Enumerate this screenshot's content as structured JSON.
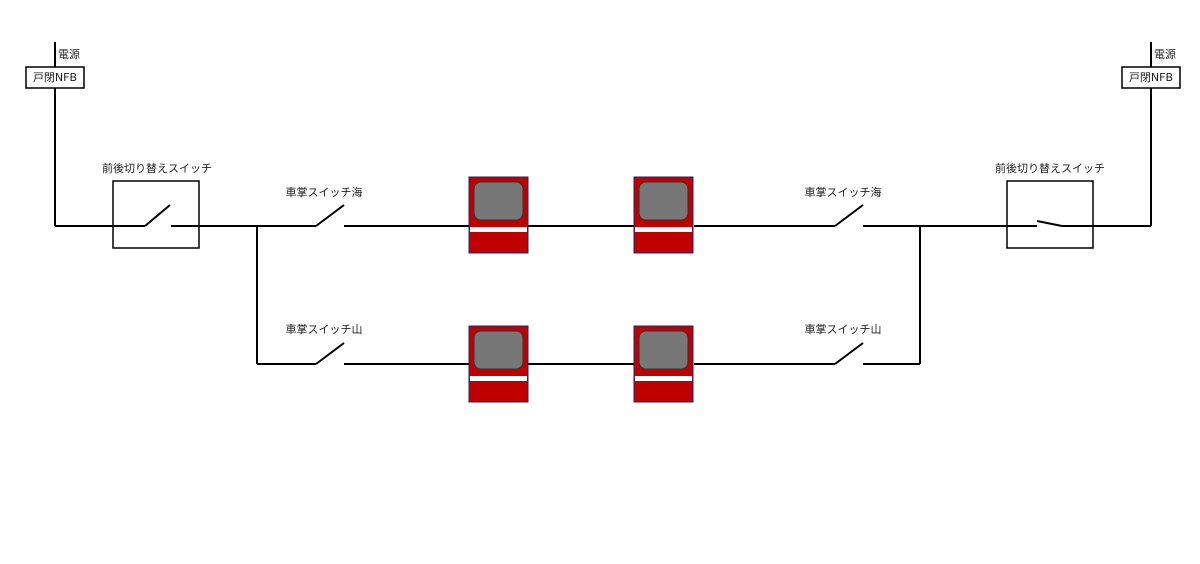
{
  "power_left": {
    "label": "電源",
    "breaker": "戸閉NFB"
  },
  "power_right": {
    "label": "電源",
    "breaker": "戸閉NFB"
  },
  "selector_left": {
    "label": "前後切り替えスイッチ"
  },
  "selector_right": {
    "label": "前後切り替えスイッチ"
  },
  "switches": {
    "left_sea": {
      "label": "車掌スイッチ海"
    },
    "left_mountain": {
      "label": "車掌スイッチ山"
    },
    "right_sea": {
      "label": "車掌スイッチ海"
    },
    "right_mountain": {
      "label": "車掌スイッチ山"
    }
  },
  "colors": {
    "door_red": "#c00000",
    "door_window": "#777777",
    "door_stripe": "#ffffff",
    "wire": "#000000"
  },
  "doors": [
    {
      "name": "door-upper-1"
    },
    {
      "name": "door-upper-2"
    },
    {
      "name": "door-lower-1"
    },
    {
      "name": "door-lower-2"
    }
  ]
}
